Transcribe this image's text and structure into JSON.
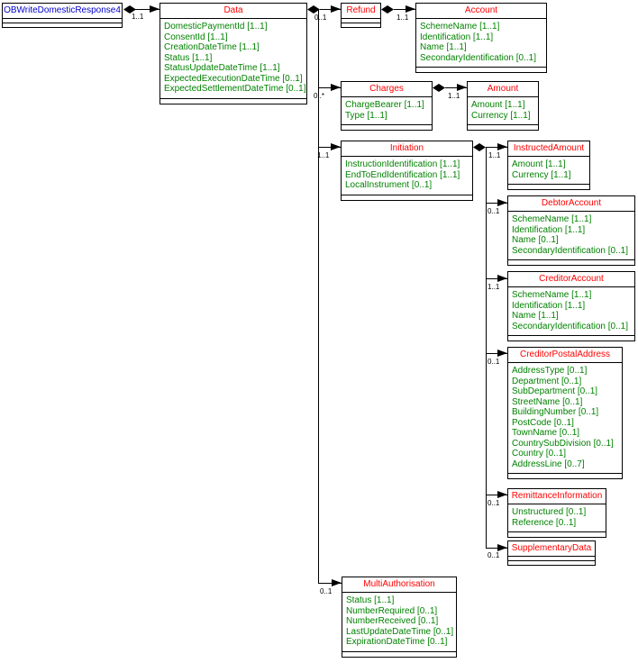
{
  "colors": {
    "class_title": "#ff0000",
    "root_title": "#0000cc",
    "field_text": "#008200",
    "line": "#000000"
  },
  "classes": {
    "root": {
      "title": "OBWriteDomesticResponse4",
      "fields": []
    },
    "data": {
      "title": "Data",
      "fields": [
        "DomesticPaymentId [1..1]",
        "ConsentId [1..1]",
        "CreationDateTime [1..1]",
        "Status [1..1]",
        "StatusUpdateDateTime [1..1]",
        "ExpectedExecutionDateTime [0..1]",
        "ExpectedSettlementDateTime [0..1]"
      ]
    },
    "refund": {
      "title": "Refund",
      "fields": []
    },
    "account": {
      "title": "Account",
      "fields": [
        "SchemeName [1..1]",
        "Identification [1..1]",
        "Name [1..1]",
        "SecondaryIdentification [0..1]"
      ]
    },
    "charges": {
      "title": "Charges",
      "fields": [
        "ChargeBearer [1..1]",
        "Type [1..1]"
      ]
    },
    "amount": {
      "title": "Amount",
      "fields": [
        "Amount [1..1]",
        "Currency [1..1]"
      ]
    },
    "initiation": {
      "title": "Initiation",
      "fields": [
        "InstructionIdentification [1..1]",
        "EndToEndIdentification [1..1]",
        "LocalInstrument [0..1]"
      ]
    },
    "instructed_amount": {
      "title": "InstructedAmount",
      "fields": [
        "Amount [1..1]",
        "Currency [1..1]"
      ]
    },
    "debtor_account": {
      "title": "DebtorAccount",
      "fields": [
        "SchemeName [1..1]",
        "Identification [1..1]",
        "Name [0..1]",
        "SecondaryIdentification [0..1]"
      ]
    },
    "creditor_account": {
      "title": "CreditorAccount",
      "fields": [
        "SchemeName [1..1]",
        "Identification [1..1]",
        "Name [1..1]",
        "SecondaryIdentification [0..1]"
      ]
    },
    "creditor_postal_address": {
      "title": "CreditorPostalAddress",
      "fields": [
        "AddressType [0..1]",
        "Department [0..1]",
        "SubDepartment [0..1]",
        "StreetName [0..1]",
        "BuildingNumber [0..1]",
        "PostCode [0..1]",
        "TownName [0..1]",
        "CountrySubDivision [0..1]",
        "Country [0..1]",
        "AddressLine [0..7]"
      ]
    },
    "remittance_information": {
      "title": "RemittanceInformation",
      "fields": [
        "Unstructured [0..1]",
        "Reference [0..1]"
      ]
    },
    "supplementary_data": {
      "title": "SupplementaryData",
      "fields": []
    },
    "multi_authorisation": {
      "title": "MultiAuthorisation",
      "fields": [
        "Status [1..1]",
        "NumberRequired [0..1]",
        "NumberReceived [0..1]",
        "LastUpdateDateTime [0..1]",
        "ExpirationDateTime [0..1]"
      ]
    }
  },
  "connectors": {
    "root_data": "1..1",
    "data_refund": "0..1",
    "refund_account": "1..1",
    "data_charges": "0..*",
    "charges_amount": "1..1",
    "data_initiation": "1..1",
    "initiation_instructed_amount": "1..1",
    "initiation_debtor_account": "0..1",
    "initiation_creditor_account": "1..1",
    "initiation_creditor_postal_address": "0..1",
    "initiation_remittance_information": "0..1",
    "initiation_supplementary_data": "0..1",
    "data_multi_authorisation": "0..1"
  }
}
